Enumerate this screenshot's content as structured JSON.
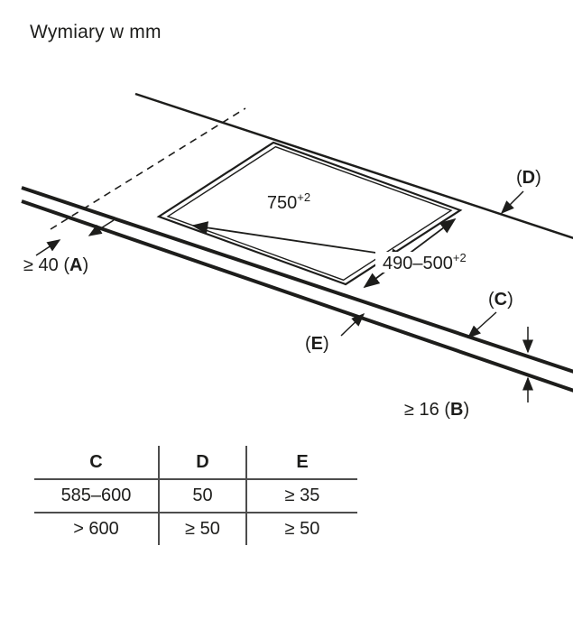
{
  "title": "Wymiary w mm",
  "diagram": {
    "dim_length": {
      "value": "750",
      "sup": "+2"
    },
    "dim_width": {
      "value": "490–500",
      "sup": "+2"
    },
    "labels": {
      "a": {
        "prefix": "≥ 40 (",
        "letter": "A",
        "suffix": ")"
      },
      "b": {
        "prefix": "≥ 16 (",
        "letter": "B",
        "suffix": ")"
      },
      "c": {
        "prefix": "(",
        "letter": "C",
        "suffix": ")"
      },
      "d": {
        "prefix": "(",
        "letter": "D",
        "suffix": ")"
      },
      "e": {
        "prefix": "(",
        "letter": "E",
        "suffix": ")"
      }
    }
  },
  "table": {
    "headers": [
      "C",
      "D",
      "E"
    ],
    "rows": [
      [
        "585–600",
        "50",
        "≥ 35"
      ],
      [
        "> 600",
        "≥ 50",
        "≥ 50"
      ]
    ]
  },
  "colors": {
    "line": "#1d1d1b",
    "table_line": "#4d4d4d",
    "background": "#ffffff"
  }
}
